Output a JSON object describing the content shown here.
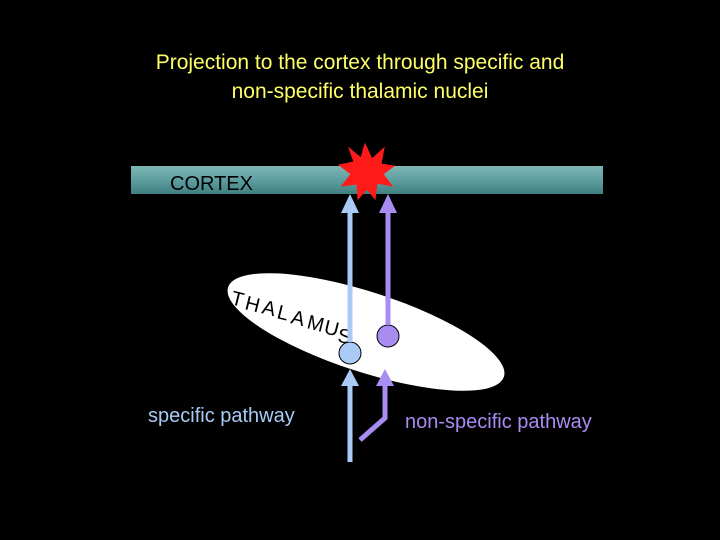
{
  "title": {
    "line1": "Projection to the cortex through specific and",
    "line2": "non-specific thalamic nuclei"
  },
  "cortex": {
    "label": "CORTEX",
    "color": "#5f9ea0"
  },
  "thalamus": {
    "letters": [
      "T",
      "H",
      "A",
      "L",
      "A",
      "M",
      "U",
      "S"
    ]
  },
  "pathways": {
    "specific": {
      "label": "specific pathway",
      "color": "#a9cbf5"
    },
    "nonspecific": {
      "label": "non-specific pathway",
      "color": "#a98cf2"
    }
  },
  "colors": {
    "background": "#000000",
    "title": "#ffff66",
    "burst": "#ff1a1a"
  },
  "icons": {
    "burst": "starburst-icon"
  }
}
